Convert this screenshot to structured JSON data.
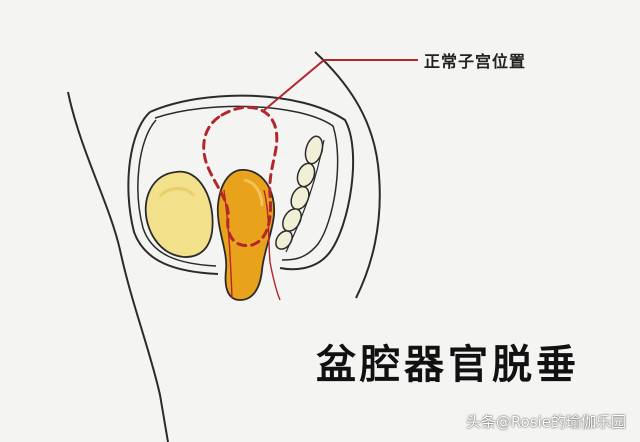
{
  "diagram": {
    "callout_label": "正常子宫位置",
    "title": "盆腔器官脱垂",
    "watermark": "头条@Rosie的瑜伽乐园"
  },
  "colors": {
    "background": "#f4f4f2",
    "outline": "#2b2b2b",
    "bladder_fill": "#f3e08a",
    "uterus_fill": "#e8a21c",
    "bowel_fill": "#f1efd6",
    "callout_red": "#b3262b"
  }
}
